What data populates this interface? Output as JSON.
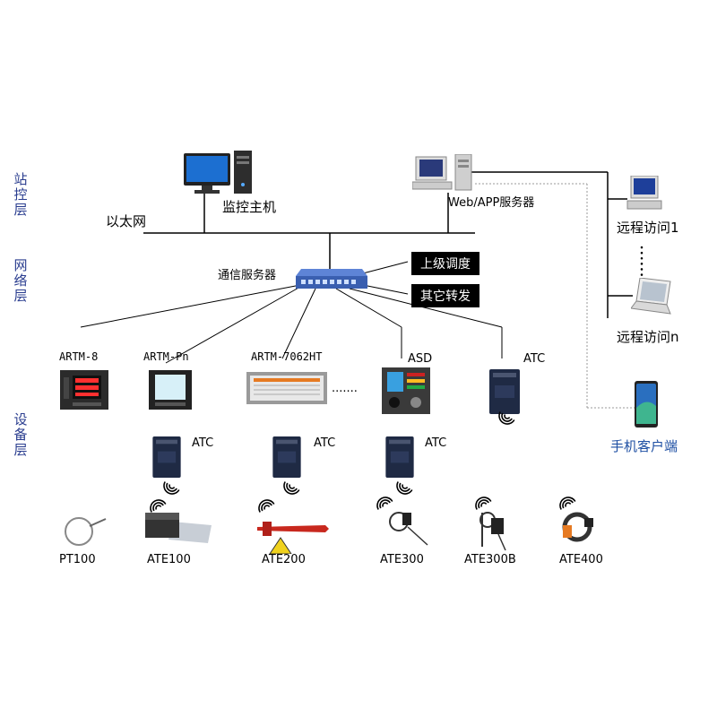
{
  "layers": {
    "station": "站控层",
    "network": "网络层",
    "device": "设备层"
  },
  "top": {
    "ethernet": "以太网",
    "monitor_host": "监控主机",
    "web_server": "Web/APP服务器",
    "comm_server": "通信服务器",
    "upper_dispatch": "上级调度",
    "other_forward": "其它转发",
    "remote_1": "远程访问1",
    "remote_n": "远程访问n",
    "mobile_client": "手机客户端"
  },
  "devices": {
    "artm8": "ARTM-8",
    "artmpn": "ARTM-Pn",
    "artm7062": "ARTM-7062HT",
    "asd": "ASD",
    "atc_row1": "ATC",
    "dots": ".......",
    "atc_a": "ATC",
    "atc_b": "ATC",
    "atc_c": "ATC"
  },
  "sensors": {
    "pt100": "PT100",
    "ate100": "ATE100",
    "ate200": "ATE200",
    "ate300": "ATE300",
    "ate300b": "ATE300B",
    "ate400": "ATE400"
  },
  "colors": {
    "layer_text": "#2a3d8f",
    "mobile_text": "#1e4fa3",
    "switch_body": "#3a5fb0",
    "atc_body": "#1f2a44"
  }
}
